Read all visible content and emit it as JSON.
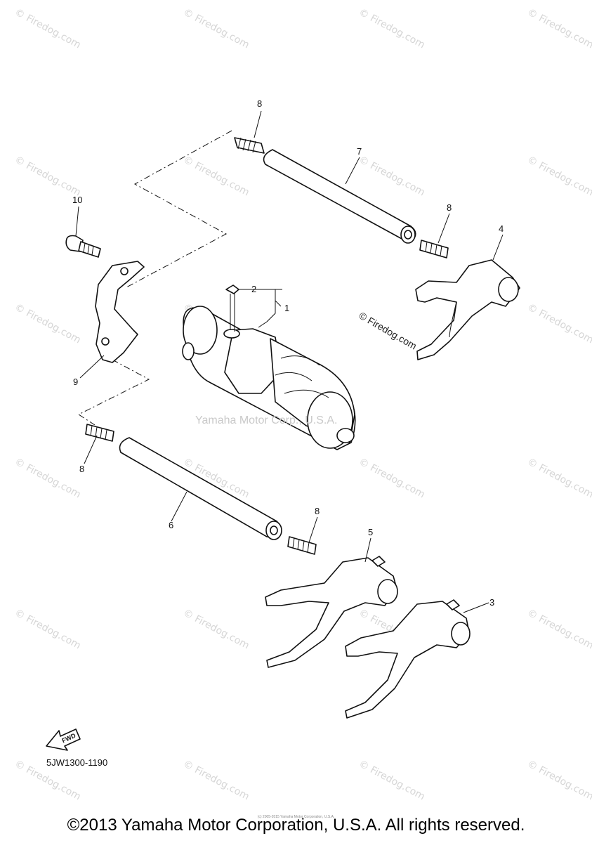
{
  "watermarks": {
    "site": "© Firedog.com",
    "center": "Yamaha Motor Corp., U.S.A."
  },
  "labels": {
    "p1": "1",
    "p2": "2",
    "p3": "3",
    "p4": "4",
    "p5": "5",
    "p6": "6",
    "p7": "7",
    "p8a": "8",
    "p8b": "8",
    "p8c": "8",
    "p8d": "8",
    "p9": "9",
    "p10": "10"
  },
  "fwd": "FWD",
  "part_code": "5JW1300-1190",
  "footer_small": "(c) 2005-2015 Yamaha Motor Corporation, U.S.A.",
  "copyright": "©2013 Yamaha Motor Corporation, U.S.A. All rights reserved."
}
